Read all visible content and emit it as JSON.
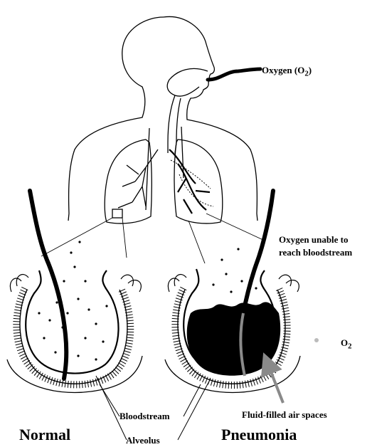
{
  "labels": {
    "oxygen": "Oxygen (O",
    "oxygen_sub": "2",
    "oxygen_close": ")",
    "unable_line1": "Oxygen unable to",
    "unable_line2": "reach bloodstream",
    "o2": "O",
    "o2_sub": "2",
    "fluid": "Fluid-filled air spaces",
    "bloodstream": "Bloodstream",
    "alveolus": "Alveolus",
    "normal": "Normal",
    "pneumonia": "Pneumonia"
  },
  "colors": {
    "ink": "#000000",
    "paper": "#ffffff",
    "arrow": "#8a8a8a"
  }
}
